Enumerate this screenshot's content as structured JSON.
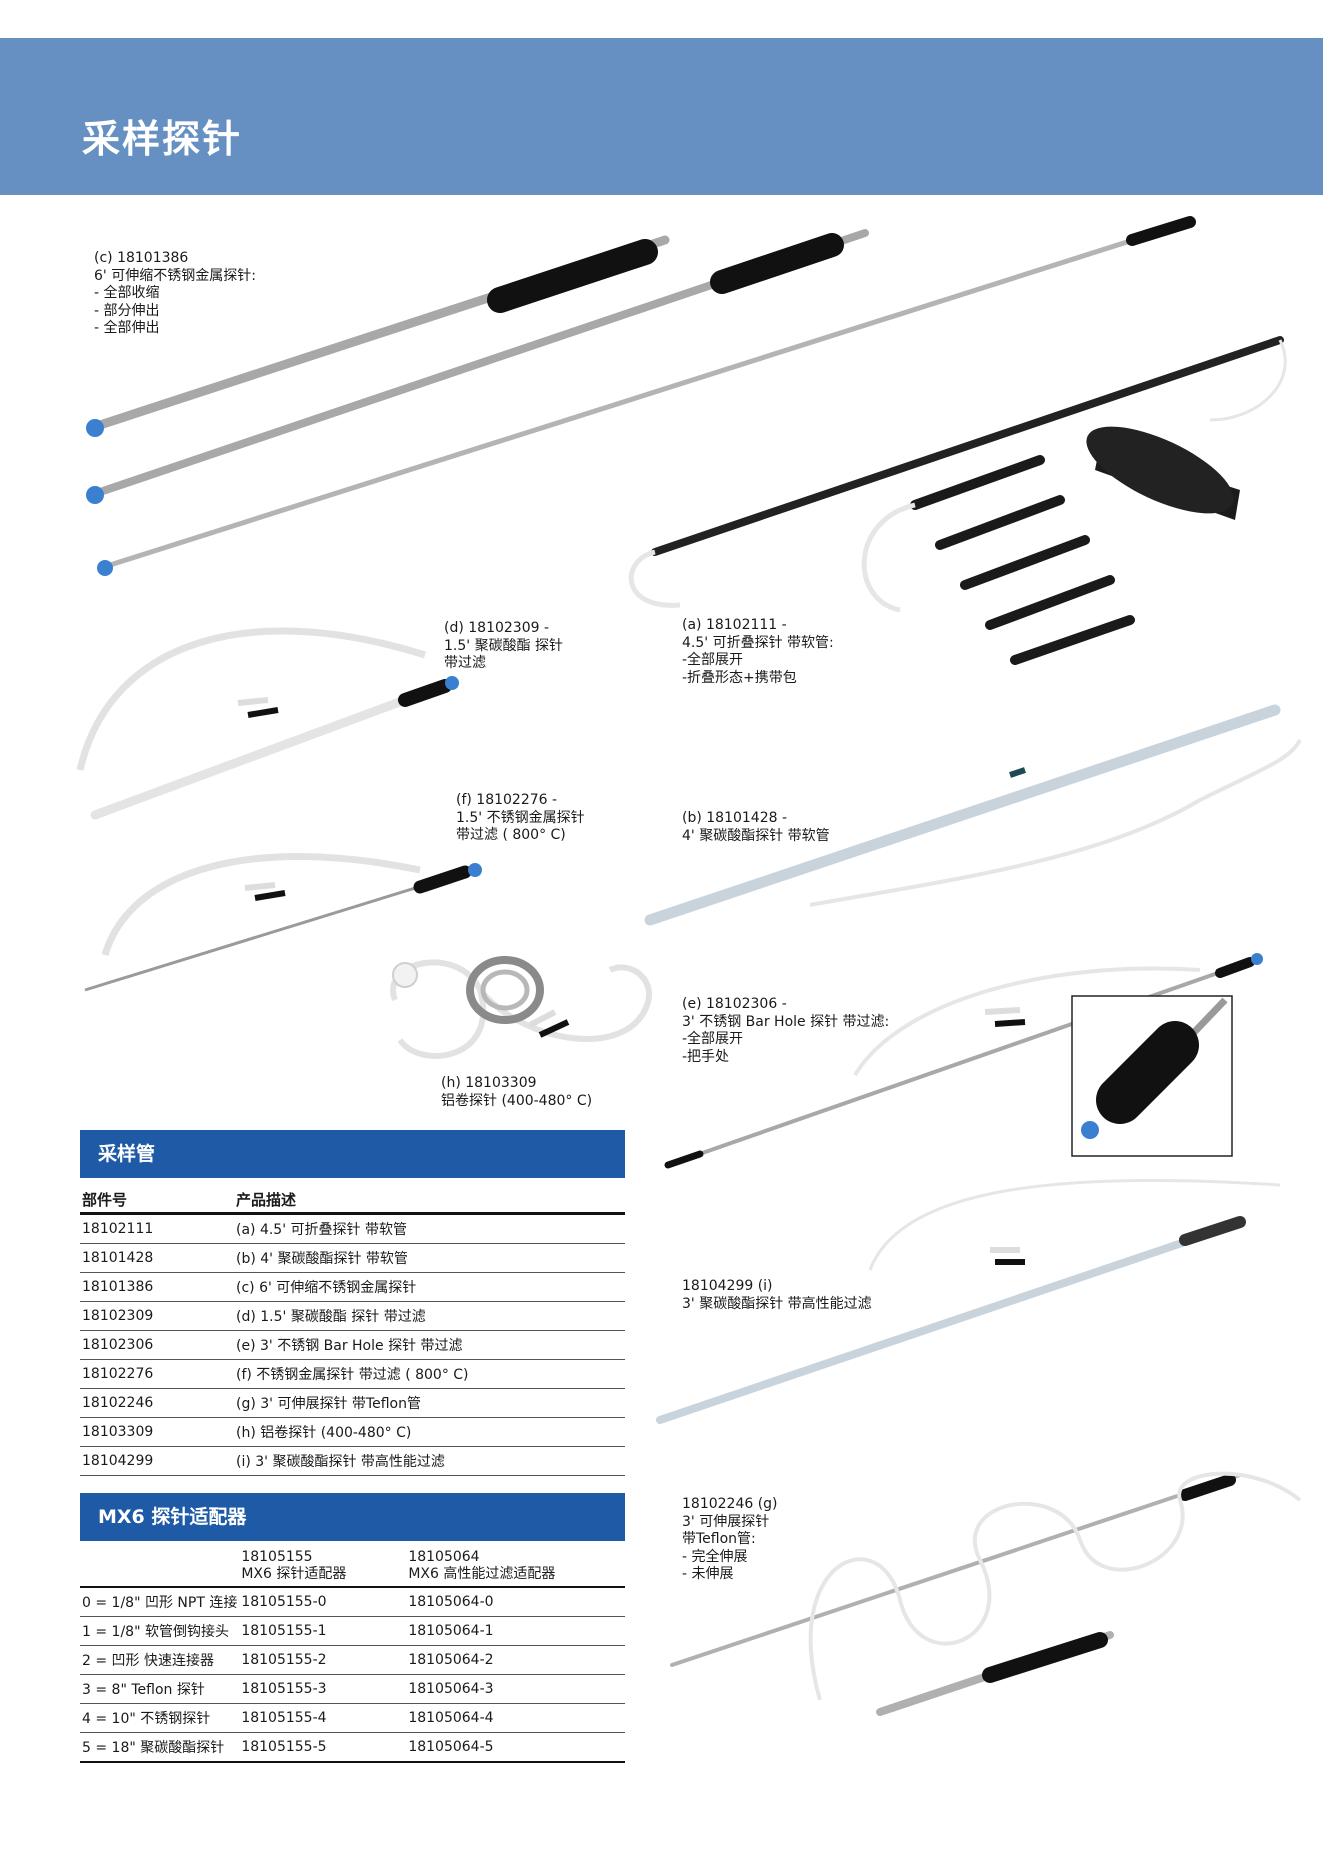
{
  "header": {
    "title": "采样探针"
  },
  "captions": {
    "c": [
      "(c) 18101386",
      "6' 可伸缩不锈钢金属探针:",
      "- 全部收缩",
      "- 部分伸出",
      "- 全部伸出"
    ],
    "d": [
      "(d) 18102309 -",
      "1.5' 聚碳酸酯 探针",
      "带过滤"
    ],
    "a": [
      "(a) 18102111 -",
      "4.5' 可折叠探针 带软管:",
      "-全部展开",
      "-折叠形态+携带包"
    ],
    "f": [
      "(f) 18102276 -",
      "1.5' 不锈钢金属探针",
      "带过滤 ( 800° C)"
    ],
    "b": [
      "(b) 18101428 -",
      "4' 聚碳酸酯探针 带软管"
    ],
    "e": [
      "(e) 18102306 -",
      "3' 不锈钢 Bar Hole 探针 带过滤:",
      "-全部展开",
      "-把手处"
    ],
    "h": [
      "(h) 18103309",
      "铝卷探针 (400-480° C)"
    ],
    "i": [
      "18104299 (i)",
      "3' 聚碳酸酯探针 带高性能过滤"
    ],
    "g": [
      "18102246 (g)",
      "3' 可伸展探针",
      "带Teflon管:",
      "- 完全伸展",
      "- 未伸展"
    ]
  },
  "tubes": {
    "title": "采样管",
    "col_part": "部件号",
    "col_desc": "产品描述",
    "rows": [
      [
        "18102111",
        "(a) 4.5' 可折叠探针 带软管"
      ],
      [
        "18101428",
        "(b) 4' 聚碳酸酯探针 带软管"
      ],
      [
        "18101386",
        "(c) 6' 可伸缩不锈钢金属探针"
      ],
      [
        "18102309",
        "(d) 1.5' 聚碳酸酯 探针 带过滤"
      ],
      [
        "18102306",
        "(e) 3' 不锈钢 Bar Hole 探针 带过滤"
      ],
      [
        "18102276",
        "(f) 不锈钢金属探针 带过滤 ( 800° C)"
      ],
      [
        "18102246",
        "(g) 3' 可伸展探针 带Teflon管"
      ],
      [
        "18103309",
        "(h) 铝卷探针 (400-480° C)"
      ],
      [
        "18104299",
        "(i) 3' 聚碳酸酯探针 带高性能过滤"
      ]
    ]
  },
  "adapters": {
    "title": "MX6 探针适配器",
    "col2_num": "18105155",
    "col2_name": "MX6 探针适配器",
    "col3_num": "18105064",
    "col3_name": "MX6 高性能过滤适配器",
    "rows": [
      [
        "0 = 1/8\" 凹形 NPT 连接",
        "18105155-0",
        "18105064-0"
      ],
      [
        "1 = 1/8\" 软管倒钩接头",
        "18105155-1",
        "18105064-1"
      ],
      [
        "2 = 凹形 快速连接器",
        "18105155-2",
        "18105064-2"
      ],
      [
        "3 = 8\" Teflon 探针",
        "18105155-3",
        "18105064-3"
      ],
      [
        "4 = 10\" 不锈钢探针",
        "18105155-4",
        "18105064-4"
      ],
      [
        "5 = 18\" 聚碳酸酯探针",
        "18105155-5",
        "18105064-5"
      ]
    ]
  },
  "colors": {
    "banner": "#6590c1",
    "table_header": "#1f5aa6"
  }
}
